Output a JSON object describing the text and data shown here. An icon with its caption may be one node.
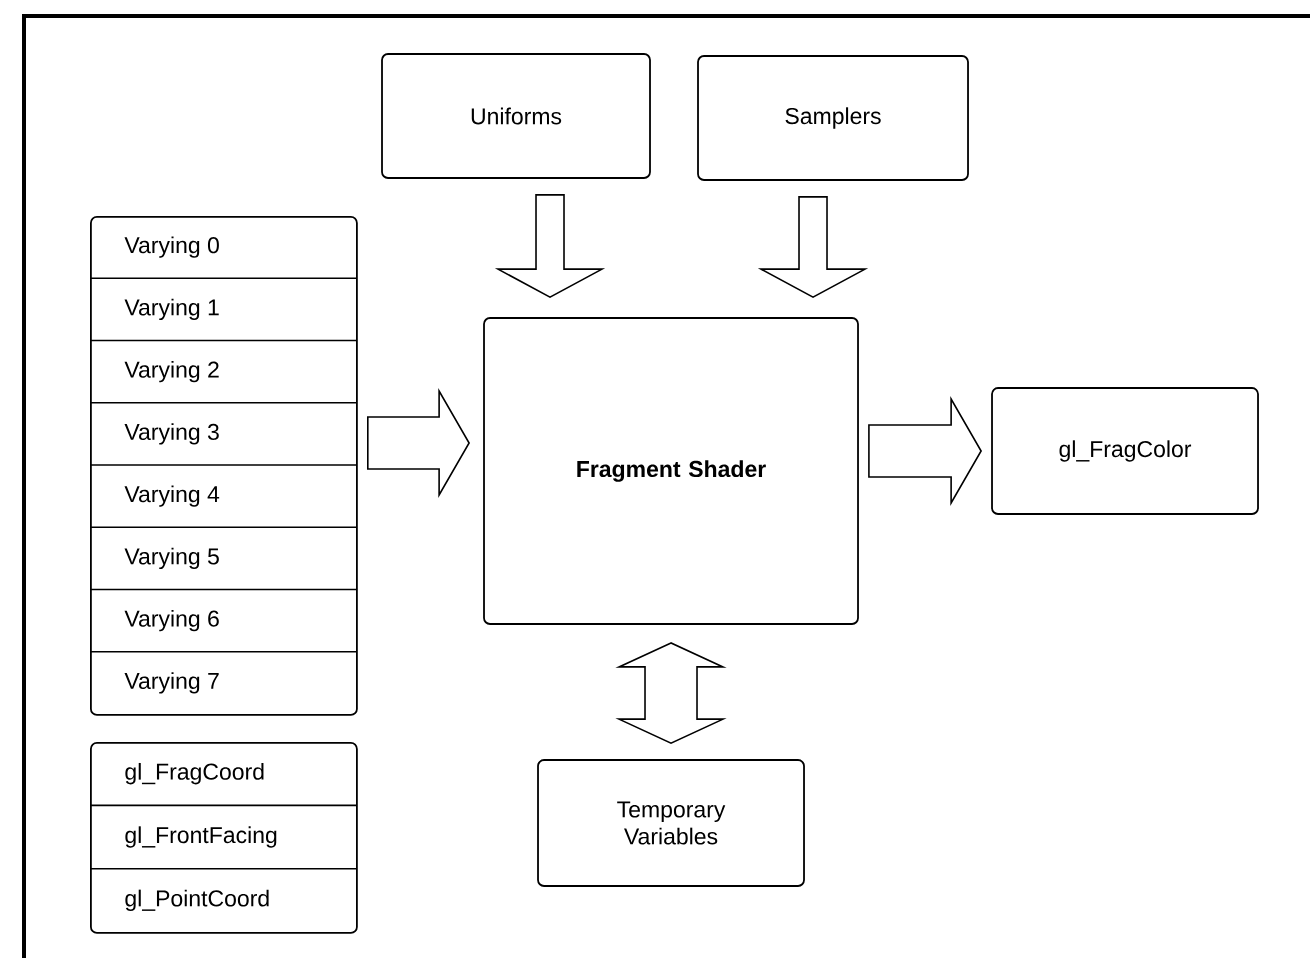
{
  "diagram": {
    "nodes": [
      {
        "text": [
          "Uniforms"
        ]
      },
      {
        "text": [
          "Samplers"
        ]
      },
      {
        "text": [],
        "shape": "box"
      },
      {
        "text": [
          "Varying 0"
        ],
        "in": 2
      },
      {
        "text": [
          "Varying 1"
        ],
        "in": 2
      },
      {
        "text": [
          "Varying 2"
        ],
        "in": 2
      },
      {
        "text": [
          "Varying 3"
        ],
        "in": 2
      },
      {
        "text": [
          "Varying 4"
        ],
        "in": 2
      },
      {
        "text": [
          "Varying 5"
        ],
        "in": 2
      },
      {
        "text": [
          "Varying 6"
        ],
        "in": 2
      },
      {
        "text": [
          "Varying 7"
        ],
        "in": 2
      },
      {
        "text": [
          "Fragment Shader"
        ]
      },
      {
        "text": [
          "gl_FragColor"
        ]
      },
      {
        "text": [],
        "shape": "box"
      },
      {
        "text": [
          "gl_FragCoord"
        ],
        "in": 13
      },
      {
        "text": [
          "gl_FrontFacing"
        ],
        "in": 13
      },
      {
        "text": [
          "gl_PointCoord"
        ],
        "in": 13
      },
      {
        "text": [
          "Temporary Variables"
        ]
      }
    ],
    "edges": [
      {
        "from": 0,
        "to": 11,
        "arrow": "to"
      },
      {
        "from": 1,
        "to": 11,
        "arrow": "to"
      },
      {
        "from": 2,
        "to": 11,
        "arrow": "to"
      },
      {
        "from": 11,
        "to": 12,
        "arrow": "to"
      },
      {
        "from": 11,
        "to": 17,
        "arrow": "both"
      }
    ]
  }
}
